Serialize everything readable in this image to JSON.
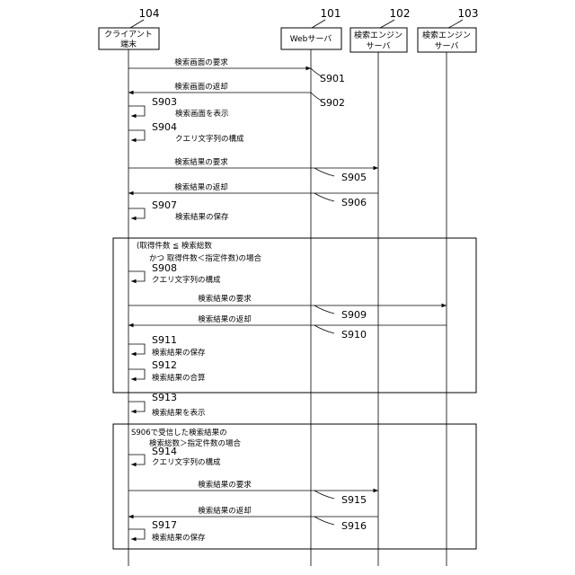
{
  "participants": {
    "client": {
      "ref": "104",
      "label": [
        "クライアント",
        "端末"
      ]
    },
    "web": {
      "ref": "101",
      "label": [
        "Webサーバ"
      ]
    },
    "search1": {
      "ref": "102",
      "label": [
        "検索エンジン",
        "サーバ"
      ]
    },
    "search2": {
      "ref": "103",
      "label": [
        "検索エンジン",
        "サーバ"
      ]
    }
  },
  "messages": [
    {
      "step": "S901",
      "label": "検索画面の要求"
    },
    {
      "step": "S902",
      "label": "検索画面の返却"
    },
    {
      "step": "S905",
      "label": "検索結果の要求"
    },
    {
      "step": "S906",
      "label": "検索結果の返却"
    },
    {
      "step": "S909",
      "label": "検索結果の要求"
    },
    {
      "step": "S910",
      "label": "検索結果の返却"
    },
    {
      "step": "S915",
      "label": "検索結果の要求"
    },
    {
      "step": "S916",
      "label": "検索結果の返却"
    }
  ],
  "self_steps": [
    {
      "step": "S903",
      "label": "検索画面を表示"
    },
    {
      "step": "S904",
      "label": "クエリ文字列の構成"
    },
    {
      "step": "S907",
      "label": "検索結果の保存"
    },
    {
      "step": "S908",
      "label": "クエリ文字列の構成"
    },
    {
      "step": "S911",
      "label": "検索結果の保存"
    },
    {
      "step": "S912",
      "label": "検索結果の合算"
    },
    {
      "step": "S913",
      "label": "検索結果を表示"
    },
    {
      "step": "S914",
      "label": "クエリ文字列の構成"
    },
    {
      "step": "S917",
      "label": "検索結果の保存"
    }
  ],
  "frames": [
    {
      "condition": [
        "(取得件数 ≦ 検索総数",
        "かつ 取得件数＜指定件数)の場合"
      ]
    },
    {
      "condition": [
        "S906で受信した検索結果の",
        "検索総数＞指定件数の場合"
      ]
    }
  ]
}
